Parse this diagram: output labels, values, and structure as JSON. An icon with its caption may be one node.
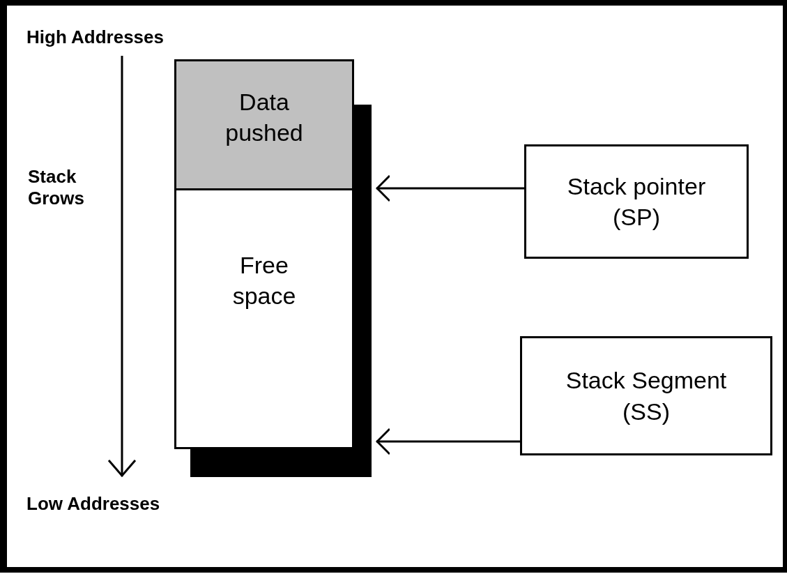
{
  "diagram": {
    "nodes": [
      {
        "text": [
          "Data pushed"
        ]
      },
      {
        "text": [
          "Free space"
        ]
      },
      {
        "text": [
          "Stack pointer (SP)"
        ]
      },
      {
        "text": [
          "Stack Segment (SS)"
        ]
      }
    ],
    "edges": [
      {
        "from": 2,
        "to": 0,
        "arrow": "to"
      },
      {
        "from": 3,
        "to": 1,
        "arrow": "to"
      }
    ],
    "labels": [
      "High Addresses",
      "Stack Grows",
      "Low Addresses"
    ]
  }
}
